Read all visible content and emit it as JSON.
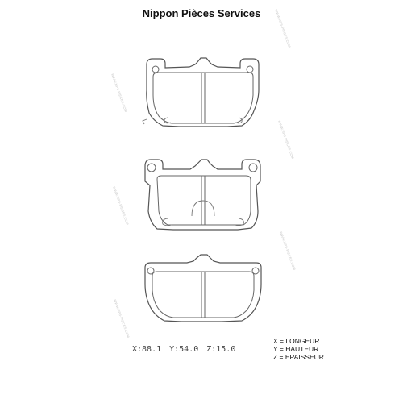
{
  "header": {
    "brand_title": "Nippon Pièces Services"
  },
  "drawing": {
    "pad_views": 3,
    "watermark_text": "WWW.NPS-PIECES.COM"
  },
  "dimensions": {
    "x": "X:88.1",
    "y": "Y:54.0",
    "z": "Z:15.0"
  },
  "legend": {
    "items": [
      "X = LONGEUR",
      "Y = HAUTEUR",
      "Z = EPAISSEUR"
    ]
  }
}
